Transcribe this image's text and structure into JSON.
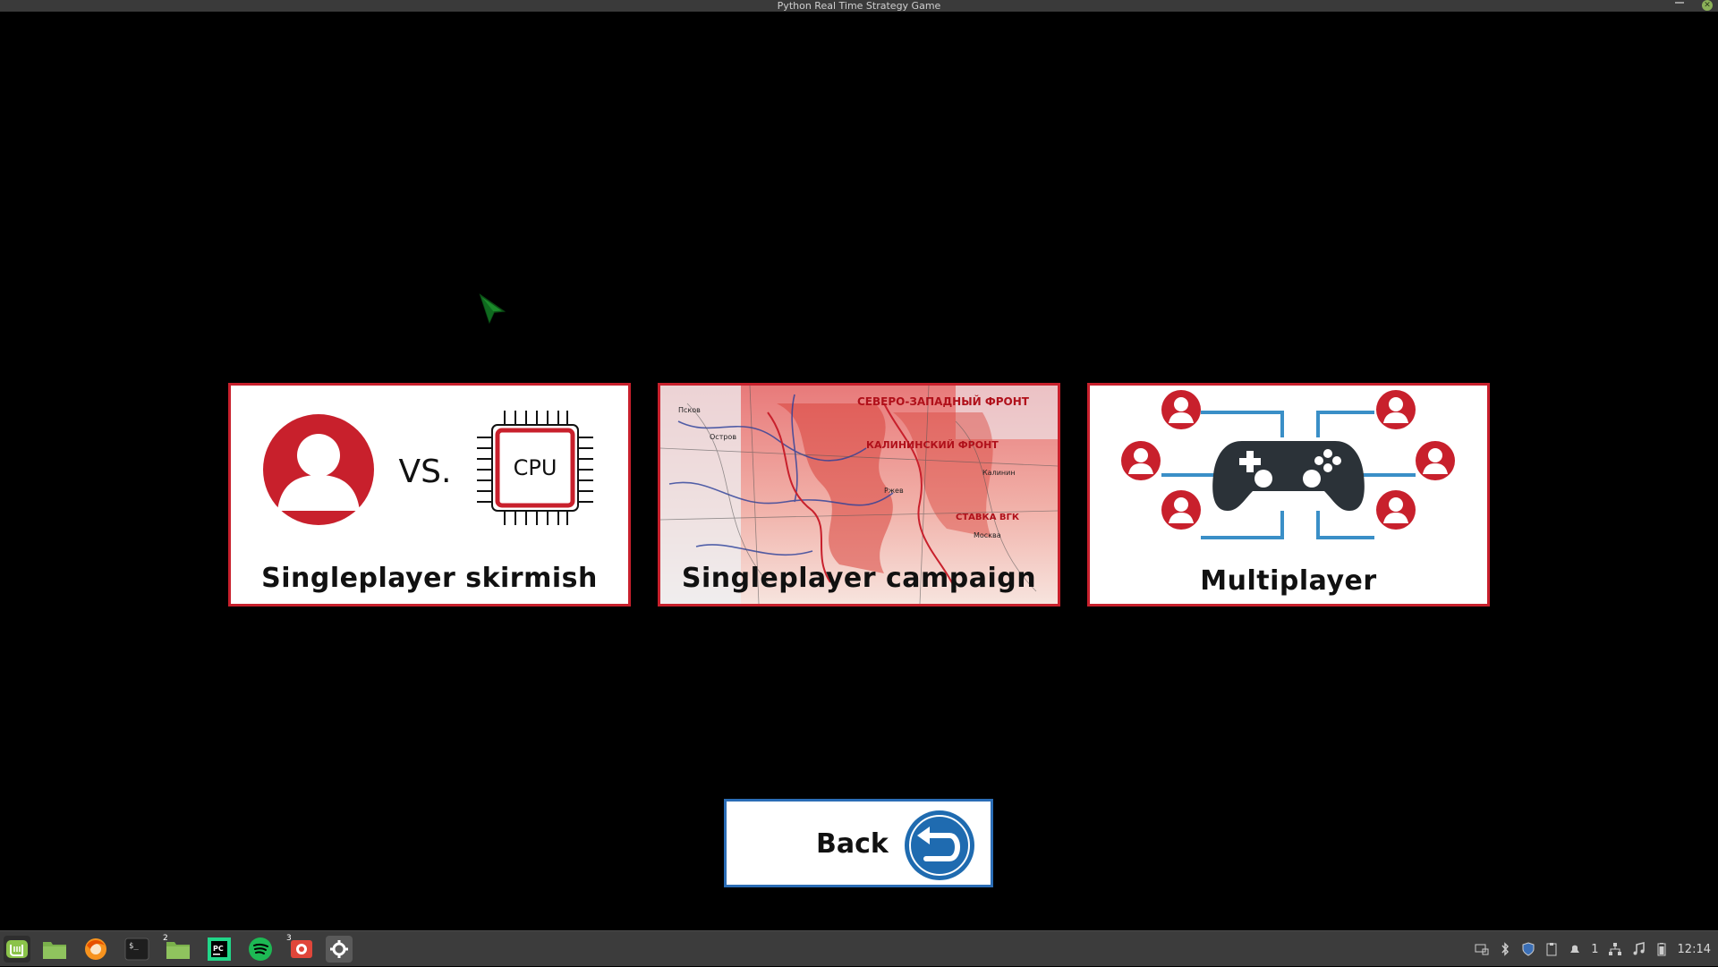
{
  "window": {
    "title": "Python Real Time Strategy Game"
  },
  "menu": {
    "skirmish": {
      "label": "Singleplayer skirmish",
      "vs_text": "VS.",
      "cpu_text": "CPU"
    },
    "campaign": {
      "label": "Singleplayer campaign",
      "map_texts": [
        "СЕВЕРО-ЗАПАДНЫЙ ФРОНТ",
        "КАЛИНИНСКИЙ ФРОНТ",
        "Псков",
        "Остров",
        "Москва",
        "Ржев",
        "Калинин",
        "СТАВКА ВГК"
      ]
    },
    "multiplayer": {
      "label": "Multiplayer"
    },
    "back": {
      "label": "Back"
    }
  },
  "taskbar": {
    "apps": [
      {
        "name": "menu-icon"
      },
      {
        "name": "file-manager-icon"
      },
      {
        "name": "firefox-icon"
      },
      {
        "name": "terminal-icon"
      },
      {
        "name": "folder-icon",
        "badge": "2"
      },
      {
        "name": "pycharm-icon"
      },
      {
        "name": "spotify-icon"
      },
      {
        "name": "screenshot-tool-icon",
        "badge": "3"
      },
      {
        "name": "settings-icon"
      }
    ],
    "tray": {
      "workspace_count": "1",
      "clock": "12:14"
    }
  },
  "colors": {
    "accent_red": "#c8202c",
    "back_border": "#2a6cb5",
    "controller_dark": "#2b3238",
    "connector_blue": "#3a8fc7"
  }
}
